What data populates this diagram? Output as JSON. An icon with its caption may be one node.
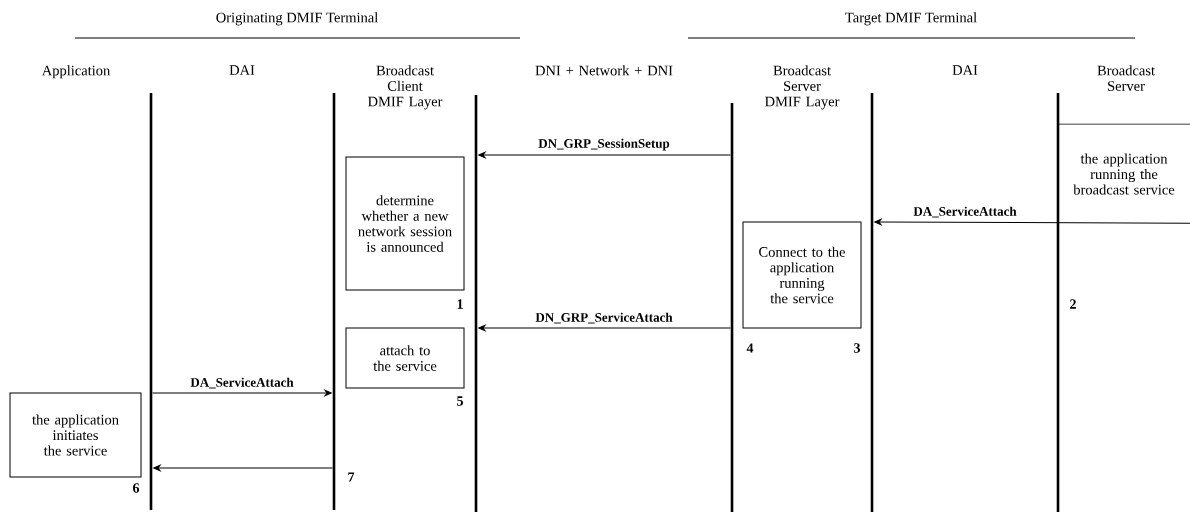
{
  "diagram": {
    "nodes": [
      {
        "text": [],
        "shape": "bar"
      },
      {
        "text": [],
        "shape": "bar"
      },
      {
        "text": [],
        "shape": "bar"
      },
      {
        "text": [],
        "shape": "bar"
      },
      {
        "text": [],
        "shape": "bar"
      },
      {
        "text": [],
        "shape": "bar"
      },
      {
        "text": [
          "determine whether a new network session is announced"
        ]
      },
      {
        "text": [
          "attach to the service"
        ]
      },
      {
        "text": [
          "Connect to the application running the service"
        ]
      },
      {
        "text": [
          "the application initiates the service"
        ]
      },
      {
        "text": [
          "the application running the broadcast service"
        ]
      }
    ],
    "edges": [
      {
        "from": 3,
        "to": 2,
        "arrow": "to",
        "label": "DN_GRP_SessionSetup"
      },
      {
        "from": 10,
        "to": 4,
        "arrow": "to",
        "label": "DA_ServiceAttach"
      },
      {
        "from": 3,
        "to": 2,
        "arrow": "to",
        "label": "DN_GRP_ServiceAttach"
      },
      {
        "from": 0,
        "to": 1,
        "arrow": "to",
        "label": "DA_ServiceAttach"
      },
      {
        "from": 1,
        "to": 0,
        "arrow": "to"
      }
    ],
    "labels": [
      "Originating DMIF Terminal",
      "Target DMIF Terminal",
      "Application",
      "DAI",
      "Broadcast Client DMIF Layer",
      "DNI + Network + DNI",
      "Broadcast Server DMIF Layer",
      "DAI",
      "Broadcast Server",
      "1",
      "2",
      "4",
      "3",
      "5",
      "7",
      "6"
    ]
  }
}
